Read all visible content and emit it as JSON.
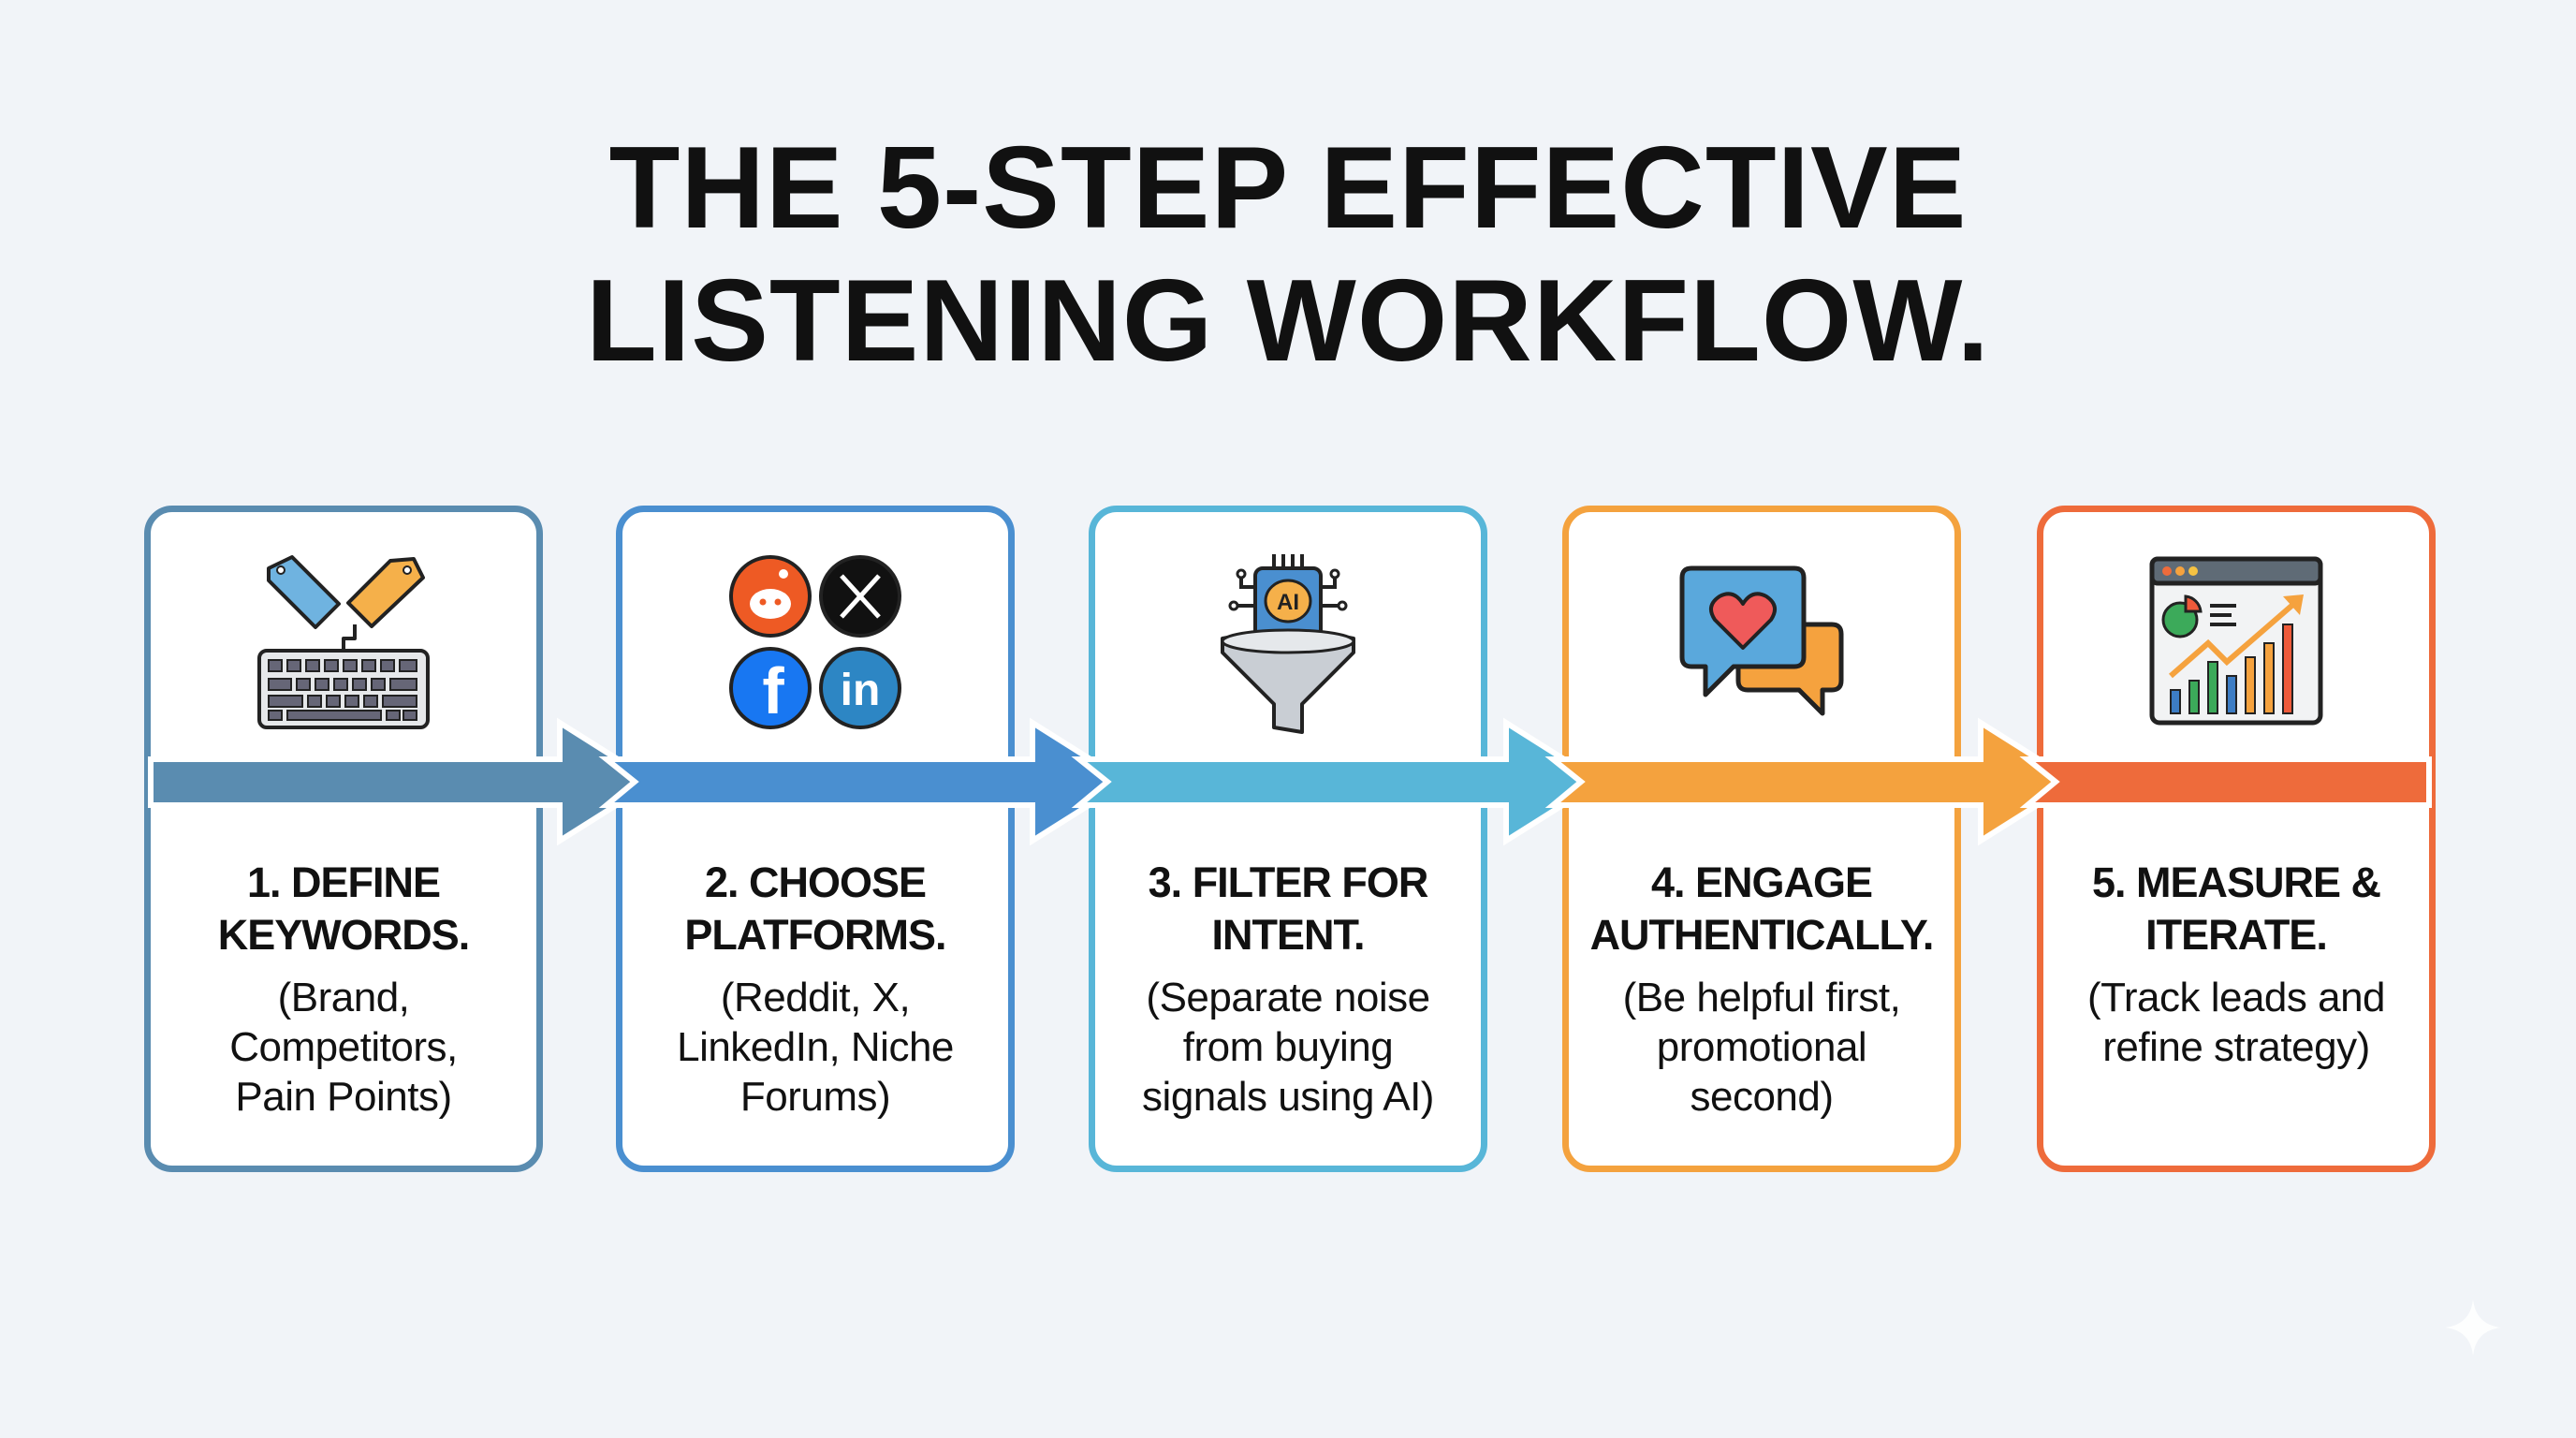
{
  "title": {
    "line1": "THE 5-STEP EFFECTIVE",
    "line2": "LISTENING WORKFLOW."
  },
  "steps": [
    {
      "heading": [
        "1. DEFINE",
        "KEYWORDS."
      ],
      "body": [
        "(Brand,",
        "Competitors,",
        "Pain Points)"
      ],
      "color": "#5a8cb0",
      "icon": "keyword-tags-keyboard-icon"
    },
    {
      "heading": [
        "2. CHOOSE",
        "PLATFORMS."
      ],
      "body": [
        "(Reddit, X,",
        "LinkedIn, Niche",
        "Forums)"
      ],
      "color": "#4a8fd0",
      "icon": "social-platforms-icon"
    },
    {
      "heading": [
        "3. FILTER FOR",
        "INTENT."
      ],
      "body": [
        "(Separate noise",
        "from buying",
        "signals using AI)"
      ],
      "color": "#58b6d8",
      "icon": "ai-funnel-icon"
    },
    {
      "heading": [
        "4. ENGAGE",
        "AUTHENTICALLY."
      ],
      "body": [
        "(Be helpful first,",
        "promotional",
        "second)"
      ],
      "color": "#f4a23e",
      "icon": "chat-bubbles-heart-icon"
    },
    {
      "heading": [
        "5. MEASURE &",
        "ITERATE."
      ],
      "body": [
        "(Track leads and",
        "refine strategy)"
      ],
      "color": "#ee6b3b",
      "icon": "analytics-dashboard-icon"
    }
  ],
  "icons": {
    "ai_chip_label": "AI"
  }
}
